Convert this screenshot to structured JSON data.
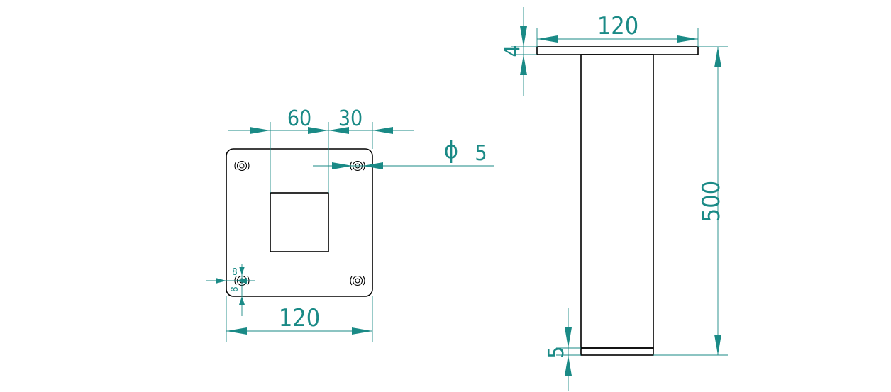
{
  "colors": {
    "dimension": "#1a8a86",
    "outline": "#000000",
    "background": "#ffffff"
  },
  "plan_view": {
    "dim_hole_spacing": "60",
    "dim_edge_offset": "30",
    "dim_hole_diameter_symbol": "ϕ",
    "dim_hole_diameter": "5",
    "dim_plate_width": "120",
    "dim_hole_edge_x": "8",
    "dim_hole_edge_y": "8"
  },
  "side_view": {
    "dim_top_plate_width": "120",
    "dim_top_plate_thickness": "4",
    "dim_height": "500",
    "dim_bottom_plate_thickness": "5"
  }
}
